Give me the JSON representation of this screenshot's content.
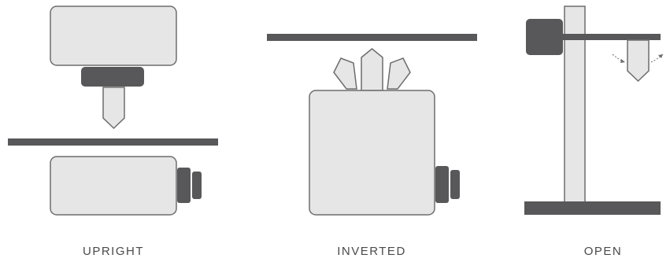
{
  "panels": {
    "upright": {
      "label": "UPRIGHT"
    },
    "inverted": {
      "label": "INVERTED"
    },
    "open": {
      "label": "OPEN"
    }
  },
  "colors": {
    "body_fill": "#e6e6e7",
    "outline": "#6d6d6d",
    "dark_part": "#58585a",
    "caption_text": "#4a4a4a"
  }
}
